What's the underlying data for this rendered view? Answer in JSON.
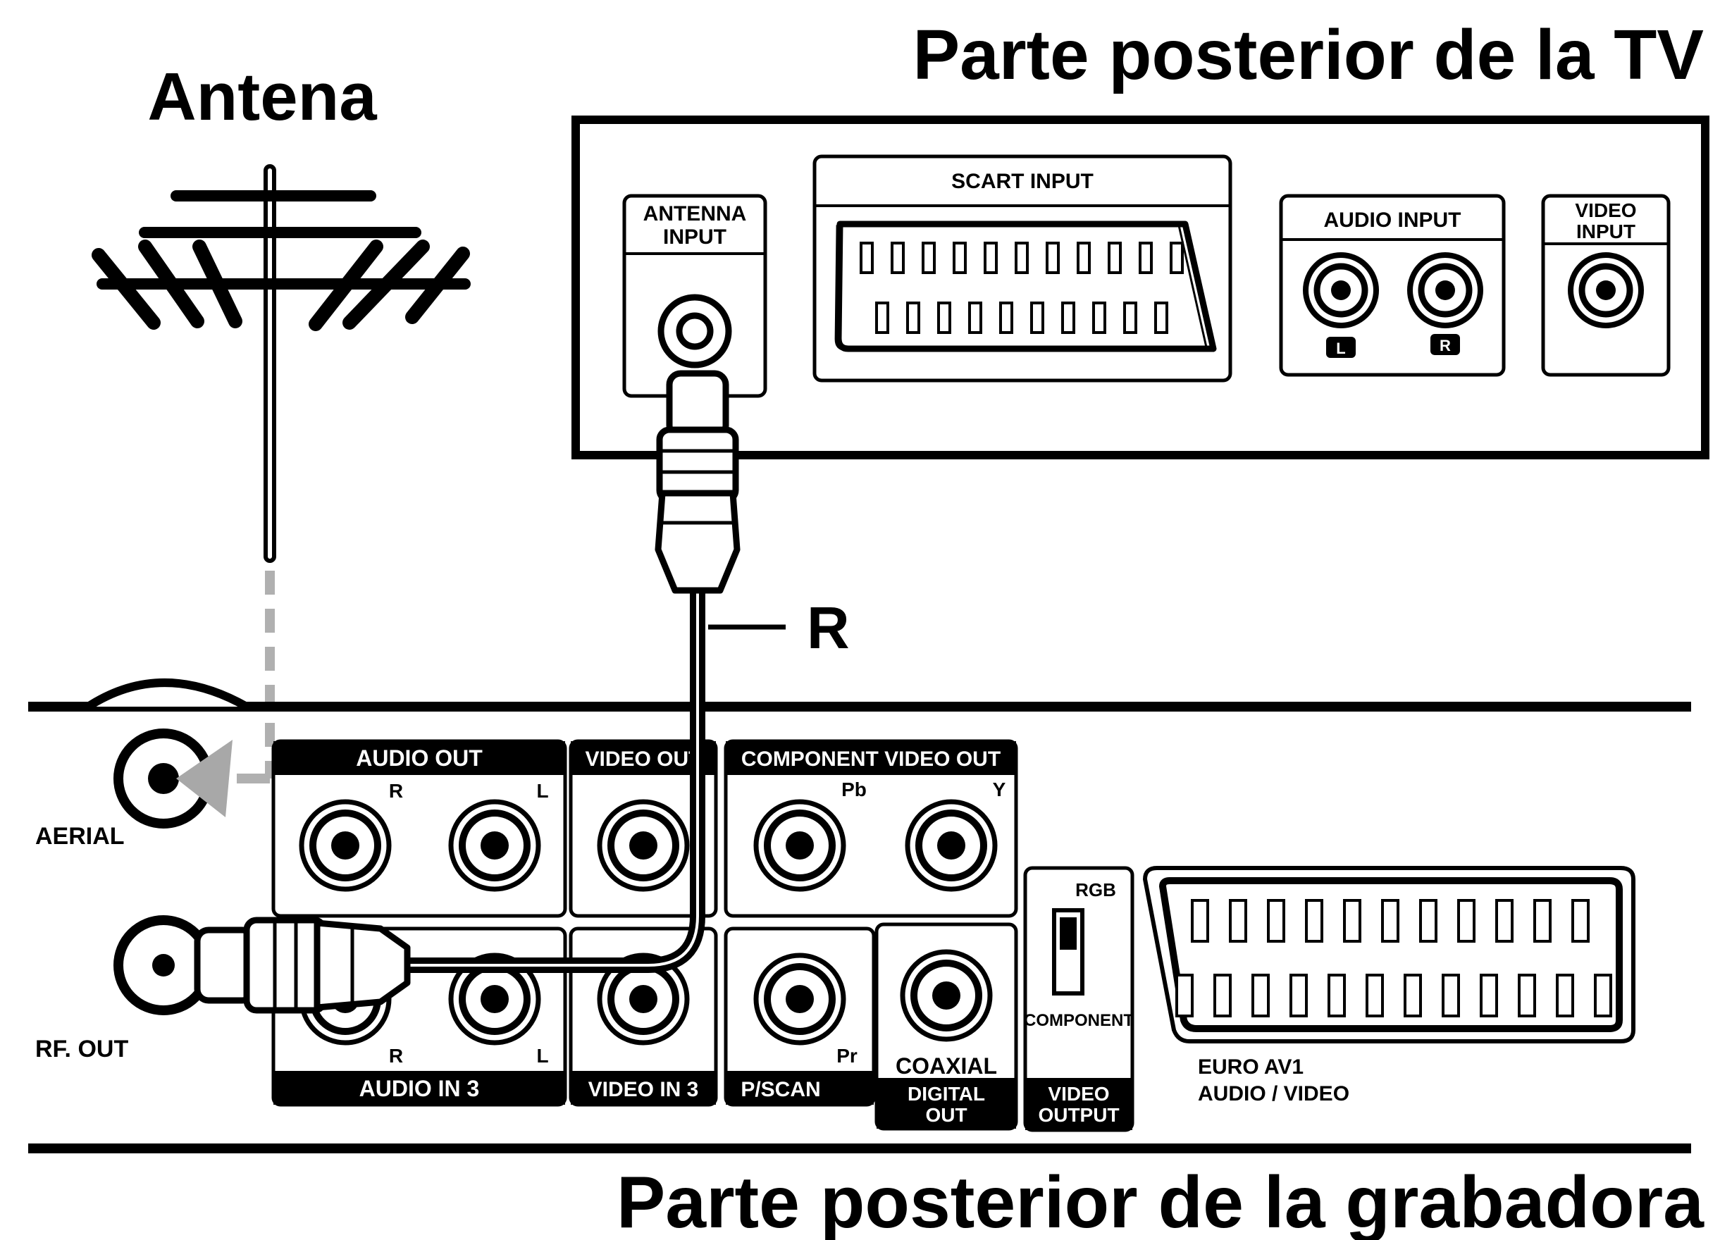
{
  "titles": {
    "antenna": "Antena",
    "tv_rear": "Parte posterior de la TV",
    "recorder_rear": "Parte posterior de la grabadora"
  },
  "tv_panel": {
    "antenna_input": [
      "ANTENNA",
      "INPUT"
    ],
    "scart_input": "SCART INPUT",
    "audio_input": "AUDIO INPUT",
    "audio_left": "L",
    "audio_right": "R",
    "video_input": [
      "VIDEO",
      "INPUT"
    ]
  },
  "cable_label": "R",
  "recorder_panel": {
    "aerial": "AERIAL",
    "rf_out": "RF. OUT",
    "audio_out": "AUDIO OUT",
    "audio_out_r": "R",
    "audio_out_l": "L",
    "video_out": "VIDEO OUT",
    "component_video_out": "COMPONENT VIDEO OUT",
    "pb": "Pb",
    "y": "Y",
    "pr": "Pr",
    "audio_in_r": "R",
    "audio_in_l": "L",
    "audio_in_3": "AUDIO IN 3",
    "video_in_3": "VIDEO IN 3",
    "p_scan": "P/SCAN",
    "coaxial": "COAXIAL",
    "digital_out": [
      "DIGITAL",
      "OUT"
    ],
    "rgb": "RGB",
    "component": "COMPONENT",
    "video_output": [
      "VIDEO",
      "OUTPUT"
    ],
    "euro_av1": [
      "EURO AV1",
      "AUDIO / VIDEO"
    ]
  }
}
